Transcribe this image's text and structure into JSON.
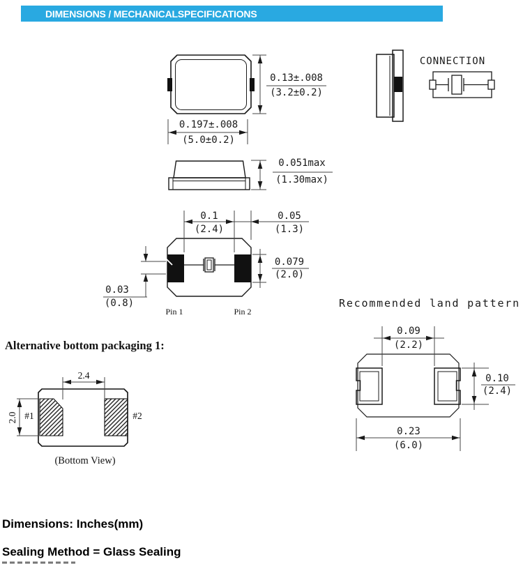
{
  "header": {
    "title": "DIMENSIONS / MECHANICALSPECIFICATIONS",
    "bg_color": "#29A9E1",
    "text_color": "#FFFFFF"
  },
  "top_view": {
    "height_dim": {
      "inches": "0.13±.008",
      "mm": "(3.2±0.2)"
    },
    "width_dim": {
      "inches": "0.197±.008",
      "mm": "(5.0±0.2)"
    }
  },
  "connection": {
    "label": "CONNECTION"
  },
  "side_view": {
    "height_dim": {
      "inches": "0.051max",
      "mm": "(1.30max)"
    }
  },
  "bottom_view": {
    "pad_gap_dim": {
      "inches": "0.1",
      "mm": "(2.4)"
    },
    "pad_width_dim": {
      "inches": "0.05",
      "mm": "(1.3)"
    },
    "pad_height_dim": {
      "inches": "0.079",
      "mm": "(2.0)"
    },
    "castellation_dim": {
      "inches": "0.03",
      "mm": "(0.8)"
    },
    "pin1_label": "Pin 1",
    "pin2_label": "Pin 2"
  },
  "land_pattern": {
    "title": "Recommended land pattern",
    "gap_dim": {
      "inches": "0.09",
      "mm": "(2.2)"
    },
    "pad_height_dim": {
      "inches": "0.10",
      "mm": "(2.4)"
    },
    "overall_width_dim": {
      "inches": "0.23",
      "mm": "(6.0)"
    }
  },
  "alt_packaging": {
    "title": "Alternative bottom packaging 1:",
    "gap_dim_mm": "2.4",
    "pad_height_dim_mm": "2.0",
    "pad1_label": "#1",
    "pad2_label": "#2",
    "caption": "(Bottom View)"
  },
  "notes": {
    "units_note": "Dimensions: Inches(mm)",
    "sealing_note": "Sealing Method = Glass Sealing"
  }
}
